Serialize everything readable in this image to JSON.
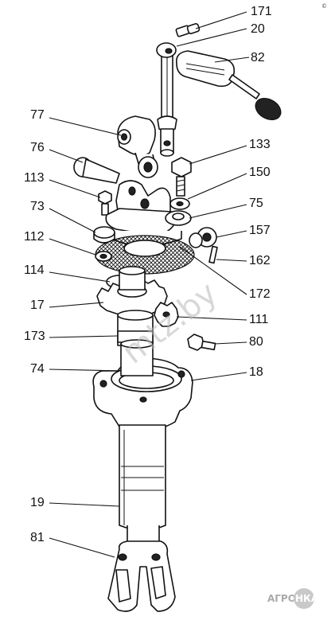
{
  "corner_mark": "©",
  "watermark": "mtz.by",
  "logo": {
    "text_left": "АГРО",
    "text_right": "НКА"
  },
  "labels": {
    "p171": "171",
    "p20": "20",
    "p82": "82",
    "p77": "77",
    "p76": "76",
    "p133": "133",
    "p113": "113",
    "p150": "150",
    "p73": "73",
    "p75": "75",
    "p112": "112",
    "p157": "157",
    "p162": "162",
    "p114": "114",
    "p172": "172",
    "p17": "17",
    "p111": "111",
    "p173": "173",
    "p80": "80",
    "p74": "74",
    "p18": "18",
    "p19": "19",
    "p81": "81"
  }
}
